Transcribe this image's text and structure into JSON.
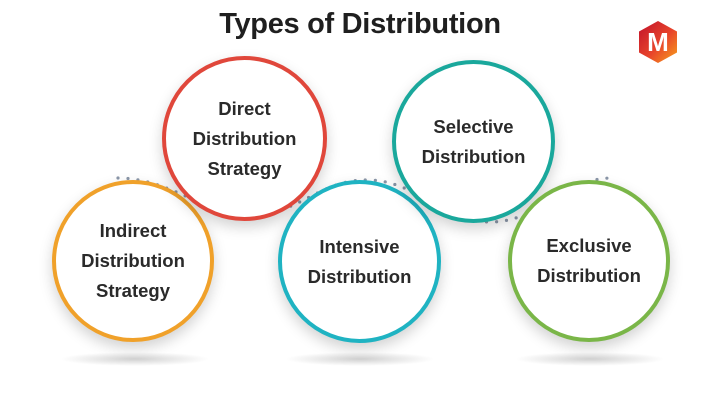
{
  "title": "Types of Distribution",
  "logo": {
    "letter": "M",
    "colors": [
      "#c0112b",
      "#e8442b",
      "#f7a21b"
    ]
  },
  "nodes": [
    {
      "id": "indirect",
      "label": "Indirect\nDistribution\nStrategy",
      "color": "#f0a12a"
    },
    {
      "id": "direct",
      "label": "Direct\nDistribution\nStrategy",
      "color": "#e0473b"
    },
    {
      "id": "intensive",
      "label": "Intensive\nDistribution",
      "color": "#1fb3c2"
    },
    {
      "id": "selective",
      "label": "Selective\nDistribution",
      "color": "#1aa89c"
    },
    {
      "id": "exclusive",
      "label": "Exclusive\nDistribution",
      "color": "#7ab648"
    }
  ],
  "connector_color": "#8a96a8"
}
